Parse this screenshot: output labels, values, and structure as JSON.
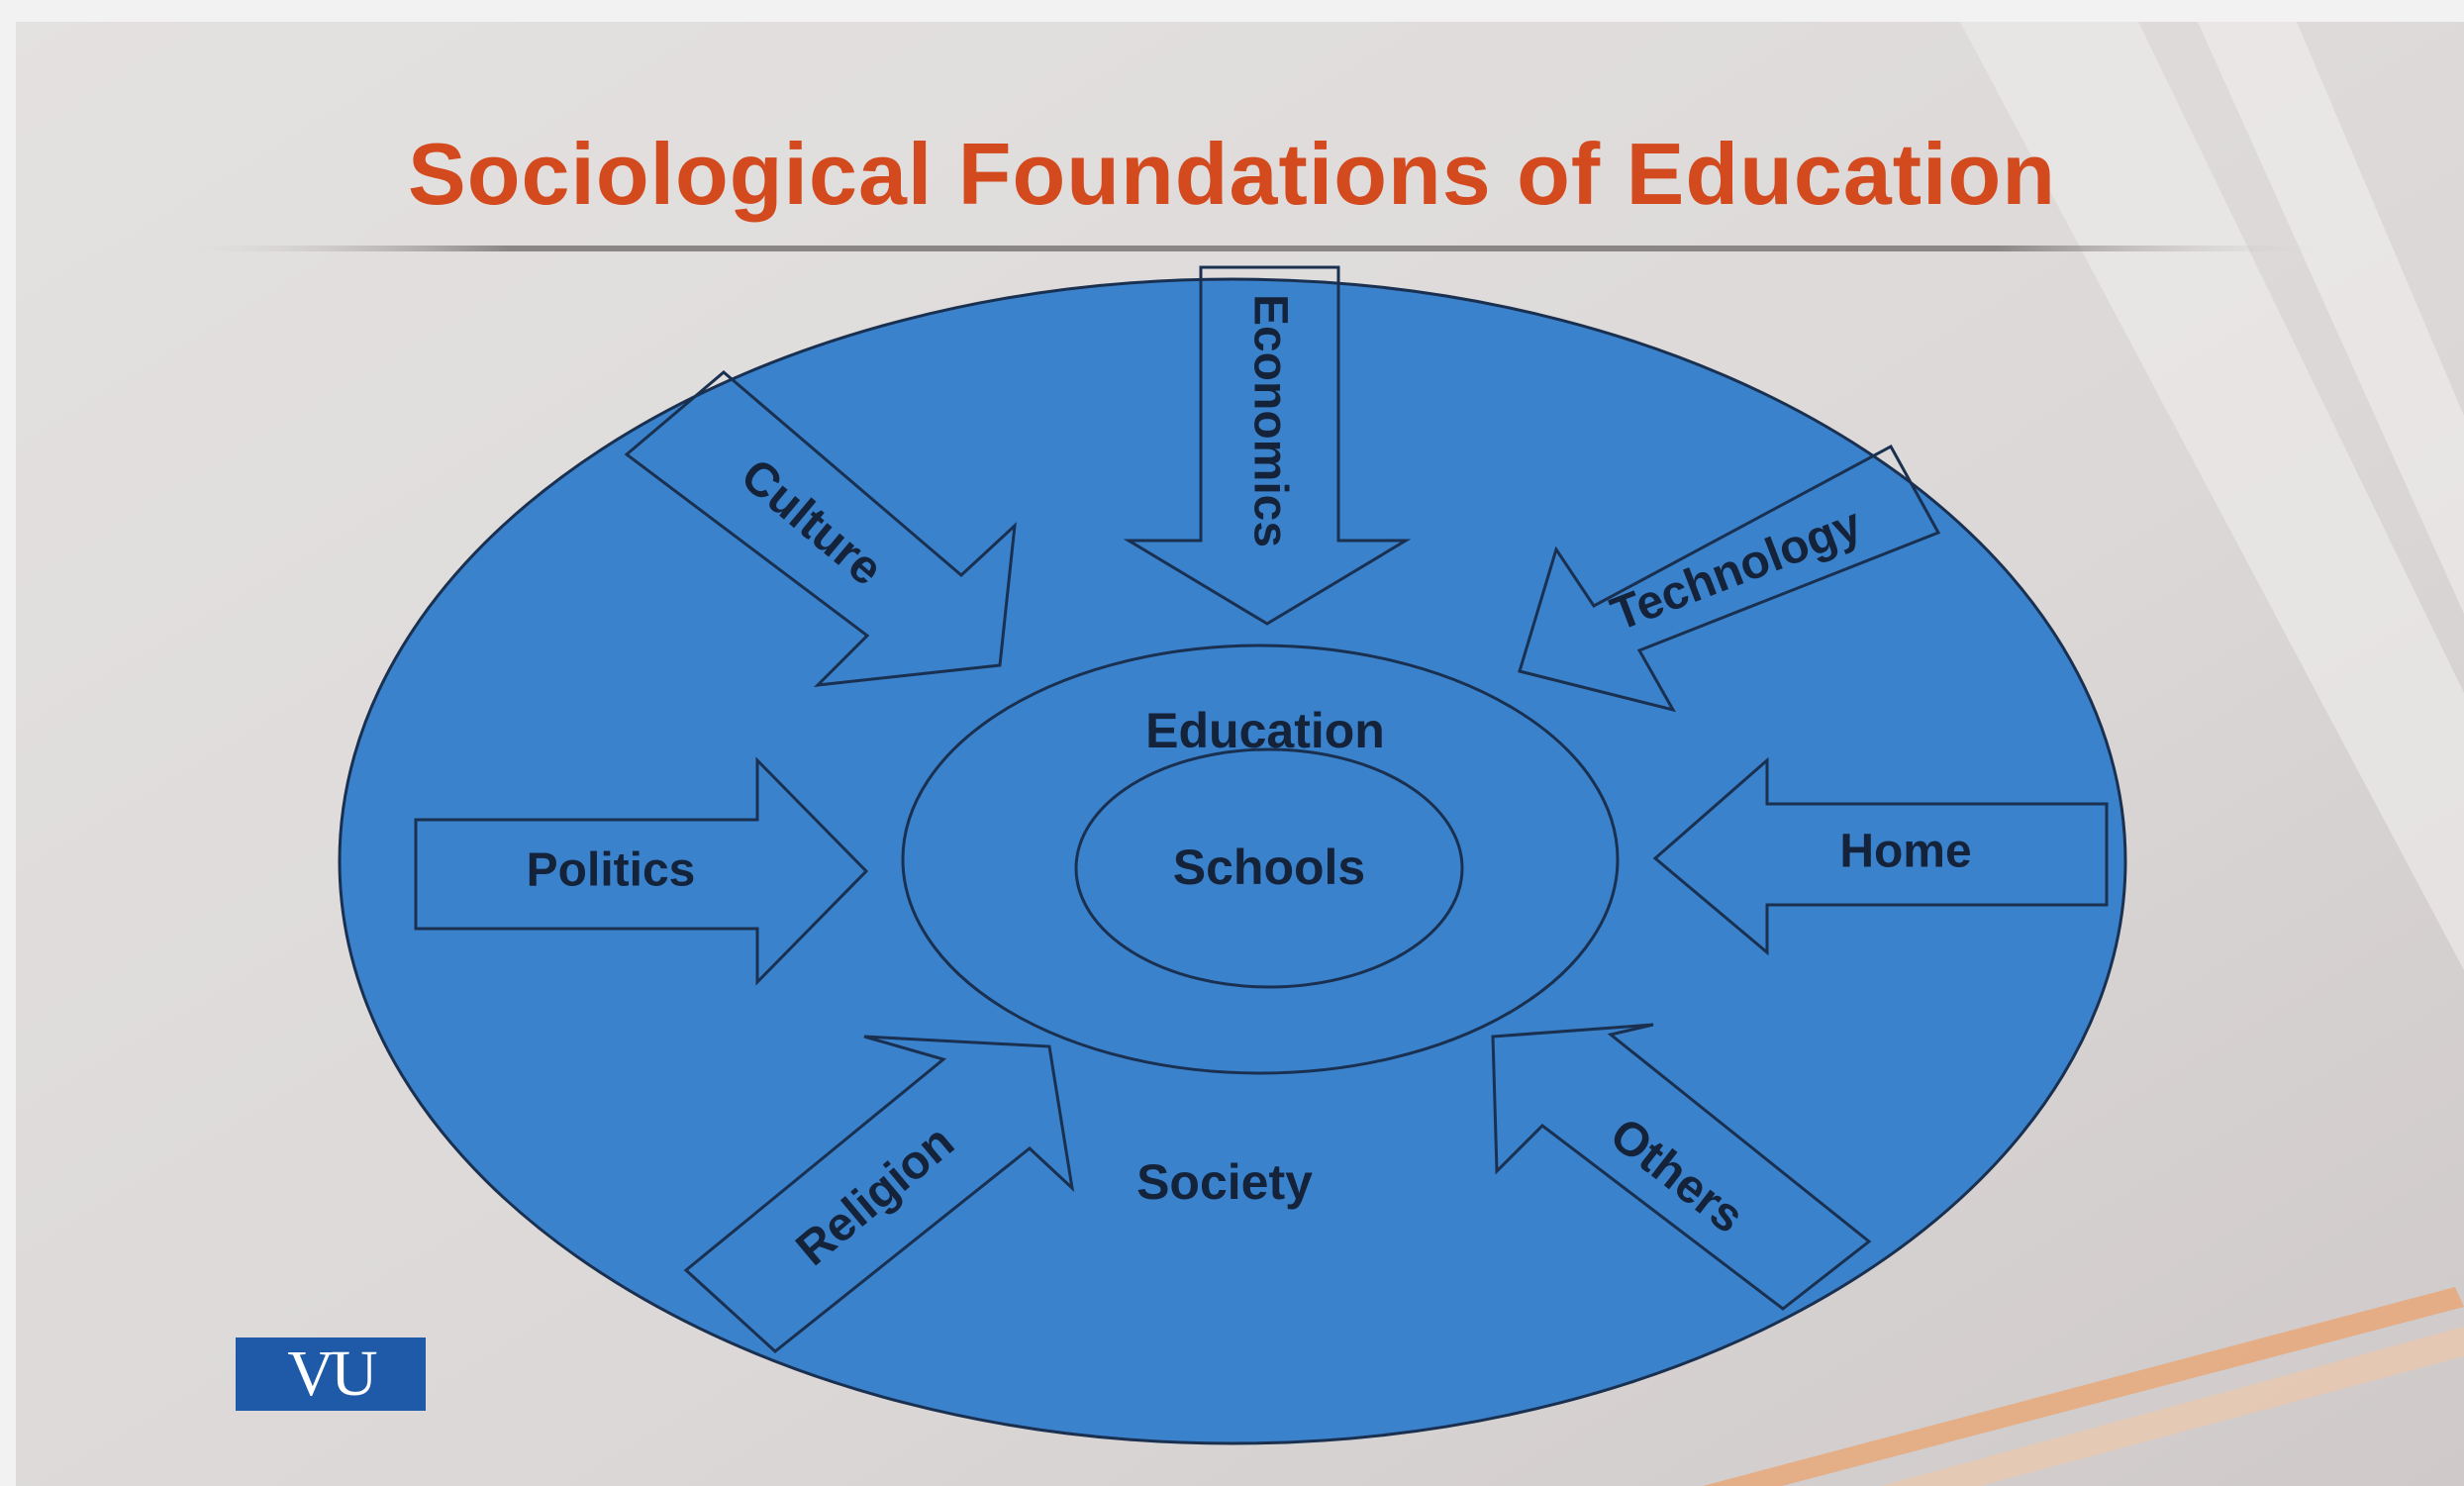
{
  "slide": {
    "title": "Sociological Foundations of Education",
    "logo_text": "VU"
  },
  "diagram": {
    "outer_label": "Society",
    "middle_label": "Education",
    "inner_label": "Schools",
    "influences": [
      "Economics",
      "Culture",
      "Technology",
      "Politics",
      "Home",
      "Religion",
      "Others"
    ]
  },
  "colors": {
    "title": "#d24a1e",
    "ellipse_fill": "#3b82cc",
    "outline": "#1a3050",
    "text": "#14233a",
    "logo_bg": "#1e5aa8"
  }
}
